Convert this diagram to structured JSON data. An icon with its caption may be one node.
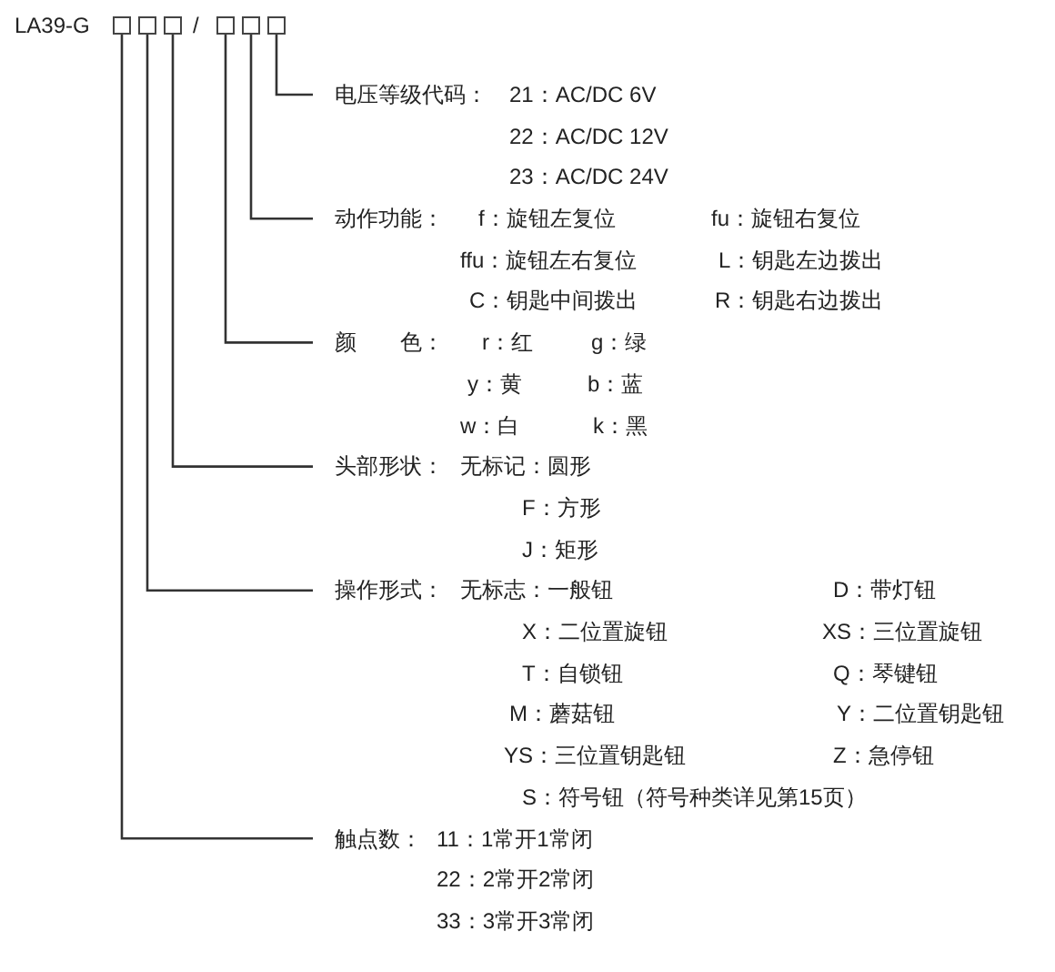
{
  "diagram": {
    "nodes": [
      {
        "text": [
          "LA39-G"
        ]
      },
      {
        "text": [],
        "shape": "box"
      },
      {
        "text": [],
        "shape": "box"
      },
      {
        "text": [],
        "shape": "box"
      },
      {
        "text": [],
        "shape": "box"
      },
      {
        "text": [],
        "shape": "box"
      },
      {
        "text": [],
        "shape": "box"
      },
      {
        "text": [
          "电压等级代码：",
          "21：AC/DC 6V",
          "22：AC/DC 12V",
          "23：AC/DC 24V"
        ]
      },
      {
        "text": [
          "动作功能：",
          "f：旋钮左复位",
          "fu：旋钮右复位",
          "ffu：旋钮左右复位",
          "L：钥匙左边拨出",
          "C：钥匙中间拨出",
          "R：钥匙右边拨出"
        ]
      },
      {
        "text": [
          "颜　　色：",
          "r：红",
          "g：绿",
          "y：黄",
          "b：蓝",
          "w：白",
          "k：黑"
        ]
      },
      {
        "text": [
          "头部形状：",
          "无标记：圆形",
          "F：方形",
          "J：矩形"
        ]
      },
      {
        "text": [
          "操作形式：",
          "无标志：一般钮",
          "D：带灯钮",
          "X：二位置旋钮",
          "XS：三位置旋钮",
          "T：自锁钮",
          "Q：琴键钮",
          "M：蘑菇钮",
          "Y：二位置钥匙钮",
          "YS：三位置钥匙钮",
          "Z：急停钮",
          "S：符号钮（符号种类详见第15页）"
        ]
      },
      {
        "text": [
          "触点数：",
          "11：1常开1常闭",
          "22：2常开2常闭",
          "33：3常开3常闭"
        ]
      }
    ],
    "edges": [
      {
        "from": 6,
        "to": 7,
        "arrow": "none"
      },
      {
        "from": 5,
        "to": 8,
        "arrow": "none"
      },
      {
        "from": 4,
        "to": 9,
        "arrow": "none"
      },
      {
        "from": 3,
        "to": 10,
        "arrow": "none"
      },
      {
        "from": 2,
        "to": 11,
        "arrow": "none"
      },
      {
        "from": 1,
        "to": 12,
        "arrow": "none"
      }
    ],
    "labels": [
      "/"
    ]
  }
}
